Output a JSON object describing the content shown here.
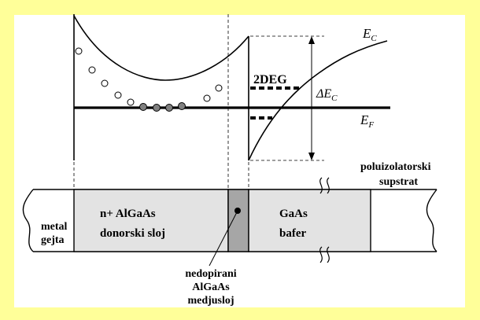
{
  "colors": {
    "page_background": "#ffff99",
    "panel_background": "#ffffff",
    "layer_fill": "#e3e3e3",
    "spacer_fill": "#a6a6a6",
    "electron_filled": "#808080",
    "line": "#000000"
  },
  "band_diagram": {
    "conduction_band_label_main": "E",
    "conduction_band_label_sub": "C",
    "fermi_level_label_main": "E",
    "fermi_level_label_sub": "F",
    "offset_label_main": "ΔE",
    "offset_label_sub": "C",
    "two_deg_label": "2DEG"
  },
  "layers": {
    "metal_label_line1": "metal",
    "metal_label_line2": "gejta",
    "donor_label_line1": "n+  AlGaAs",
    "donor_label_line2": "donorski sloj",
    "buffer_label_line1": "GaAs",
    "buffer_label_line2": "bafer",
    "substrate_label_line1": "poluizolatorski",
    "substrate_label_line2": "supstrat"
  },
  "spacer_callout": {
    "line1": "nedopirani",
    "line2": "AlGaAs",
    "line3": "medjusloj"
  }
}
